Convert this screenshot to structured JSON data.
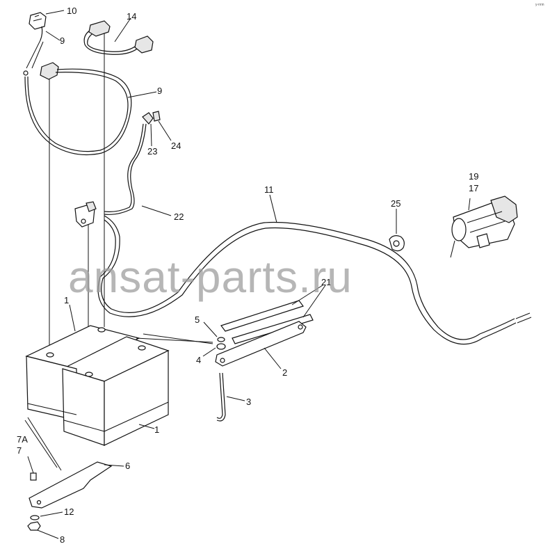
{
  "watermark": "ansat-parts.ru",
  "corner_mark": "y-nnn",
  "callouts": {
    "c10": "10",
    "c9a": "9",
    "c14": "14",
    "c9b": "9",
    "c23": "23",
    "c24": "24",
    "c22": "22",
    "c11": "11",
    "c25": "25",
    "c19": "19",
    "c17": "17",
    "c21": "21",
    "c1a": "1",
    "c5": "5",
    "c4": "4",
    "c2": "2",
    "c3": "3",
    "c1b": "1",
    "c7a": "7A",
    "c7": "7",
    "c6": "6",
    "c12": "12",
    "c8": "8"
  }
}
